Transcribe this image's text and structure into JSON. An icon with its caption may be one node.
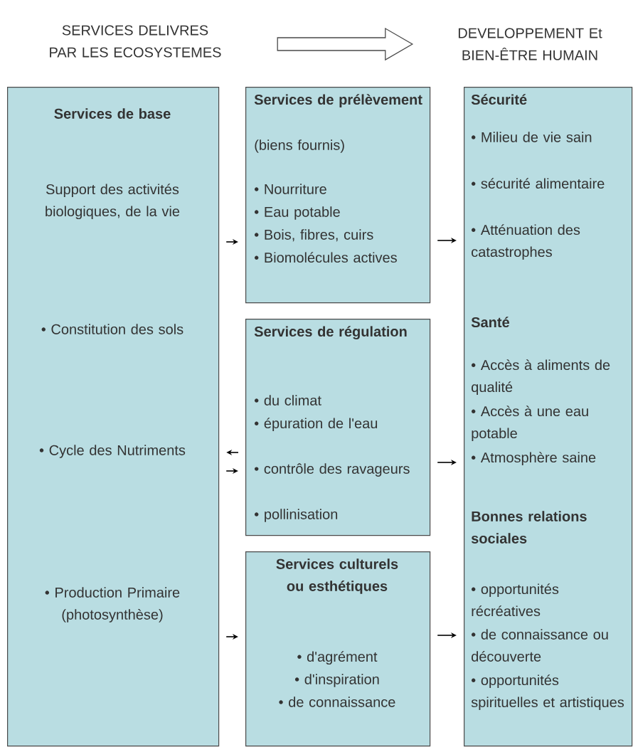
{
  "diagram": {
    "nodes": [
      {
        "text": [
          "SERVICES DELIVRES PAR LES ECOSYSTEMES"
        ]
      },
      {
        "text": [
          "DEVELOPPEMENT Et BIEN-ÊTRE HUMAIN"
        ]
      },
      {
        "text": [
          "Services de base",
          "Support des activités biologiques, de la vie",
          "• Constitution des sols",
          "• Cycle des Nutriments",
          "• Production Primaire (photosynthèse)"
        ]
      },
      {
        "text": [
          "Services de prélèvement",
          "(biens fournis)",
          "• Nourriture",
          "• Eau potable",
          "• Bois, fibres, cuirs",
          "• Biomolécules actives"
        ]
      },
      {
        "text": [
          "Services de régulation",
          "• du climat",
          "• épuration de l'eau",
          "• contrôle des ravageurs",
          "• pollinisation"
        ]
      },
      {
        "text": [
          "Services culturels ou esthétiques",
          "• d'agrément",
          "• d'inspiration",
          "• de connaissance"
        ]
      },
      {
        "text": [
          "Sécurité",
          "• Milieu de vie sain",
          "• sécurité alimentaire",
          "• Atténuation des catastrophes",
          "Santé",
          "• Accès à aliments de qualité",
          "• Accès à une eau potable",
          "• Atmosphère saine",
          "Bonnes relations sociales",
          "• opportunités récréatives",
          "• de connaissance ou découverte",
          "• opportunités spirituelles et artistiques"
        ]
      }
    ],
    "edges": [
      {
        "from": 0,
        "to": 1,
        "arrow": "to",
        "style": "thick"
      },
      {
        "from": 2,
        "to": 3,
        "arrow": "to"
      },
      {
        "from": 3,
        "to": 6,
        "arrow": "to"
      },
      {
        "from": 4,
        "to": 2,
        "arrow": "to"
      },
      {
        "from": 2,
        "to": 4,
        "arrow": "to"
      },
      {
        "from": 4,
        "to": 6,
        "arrow": "to"
      },
      {
        "from": 2,
        "to": 5,
        "arrow": "to"
      },
      {
        "from": 5,
        "to": 6,
        "arrow": "to"
      }
    ]
  }
}
